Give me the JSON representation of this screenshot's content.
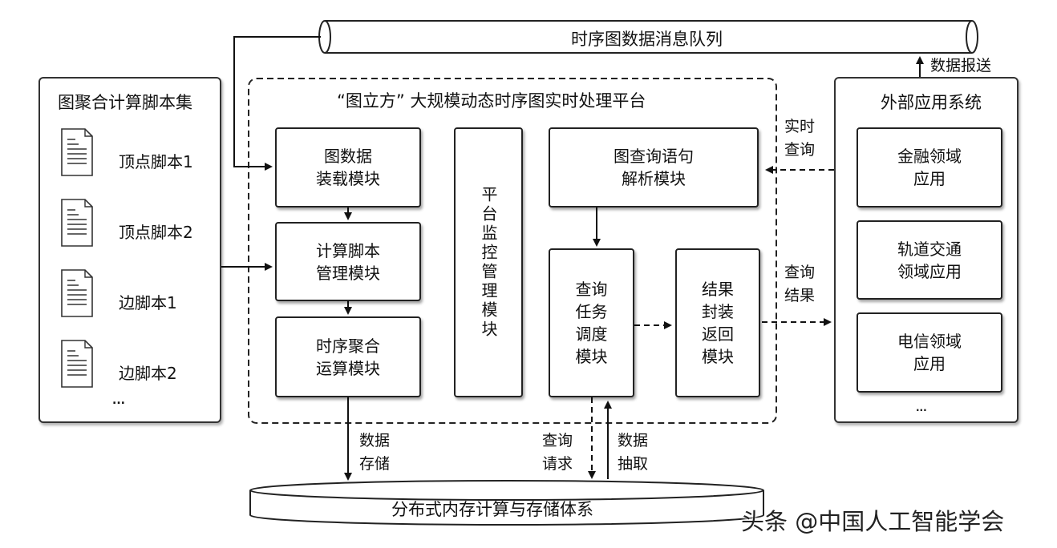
{
  "queue": {
    "label": "时序图数据消息队列"
  },
  "storage": {
    "label": "分布式内存计算与存储体系"
  },
  "script_set": {
    "title": "图聚合计算脚本集",
    "items": [
      "顶点脚本1",
      "顶点脚本2",
      "边脚本1",
      "边脚本2"
    ],
    "more": "..."
  },
  "platform": {
    "title": "“图立方” 大规模动态时序图实时处理平台",
    "load_module": "图数据\n装载模块",
    "script_mgmt_module": "计算脚本\n管理模块",
    "temporal_agg_module": "时序聚合\n运算模块",
    "monitor_module": "平台监控管理模块",
    "query_parse_module": "图查询语句\n解析模块",
    "query_sched_module": "查询\n任务\n调度\n模块",
    "result_module": "结果\n封装\n返回\n模块"
  },
  "external": {
    "title": "外部应用系统",
    "apps": [
      "金融领域\n应用",
      "轨道交通\n领域应用",
      "电信领域\n应用"
    ],
    "more": "..."
  },
  "edge_labels": {
    "data_report": "数据报送",
    "realtime_query": "实时\n查询",
    "query_result": "查询\n结果",
    "data_store": "数据\n存储",
    "query_request": "查询\n请求",
    "data_extract": "数据\n抽取"
  },
  "watermark": "头条 @中国人工智能学会"
}
